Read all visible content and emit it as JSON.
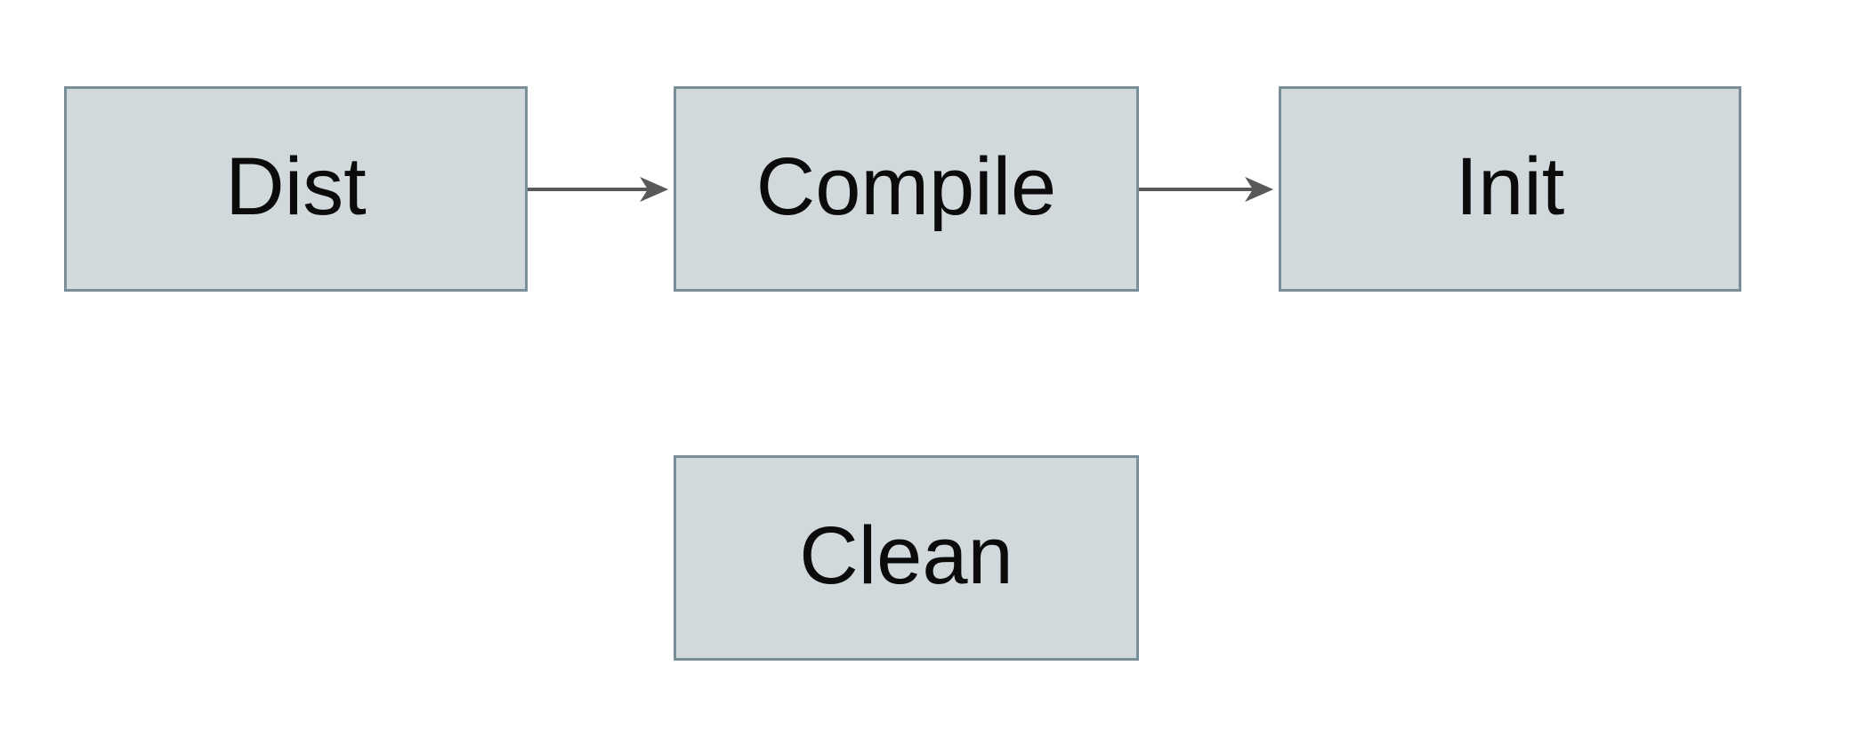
{
  "diagram": {
    "title": "build-targets-flow",
    "nodes": [
      {
        "id": "dist",
        "label": "Dist"
      },
      {
        "id": "compile",
        "label": "Compile"
      },
      {
        "id": "init",
        "label": "Init"
      },
      {
        "id": "clean",
        "label": "Clean"
      }
    ],
    "edges": [
      {
        "from": "dist",
        "to": "compile",
        "direction": "right"
      },
      {
        "from": "compile",
        "to": "init",
        "direction": "right"
      }
    ],
    "colors": {
      "node_fill": "#d2d9dc",
      "node_border": "#7a8e99",
      "arrow": "#58595b",
      "text": "#0b0b0c",
      "background": "#ffffff"
    }
  }
}
